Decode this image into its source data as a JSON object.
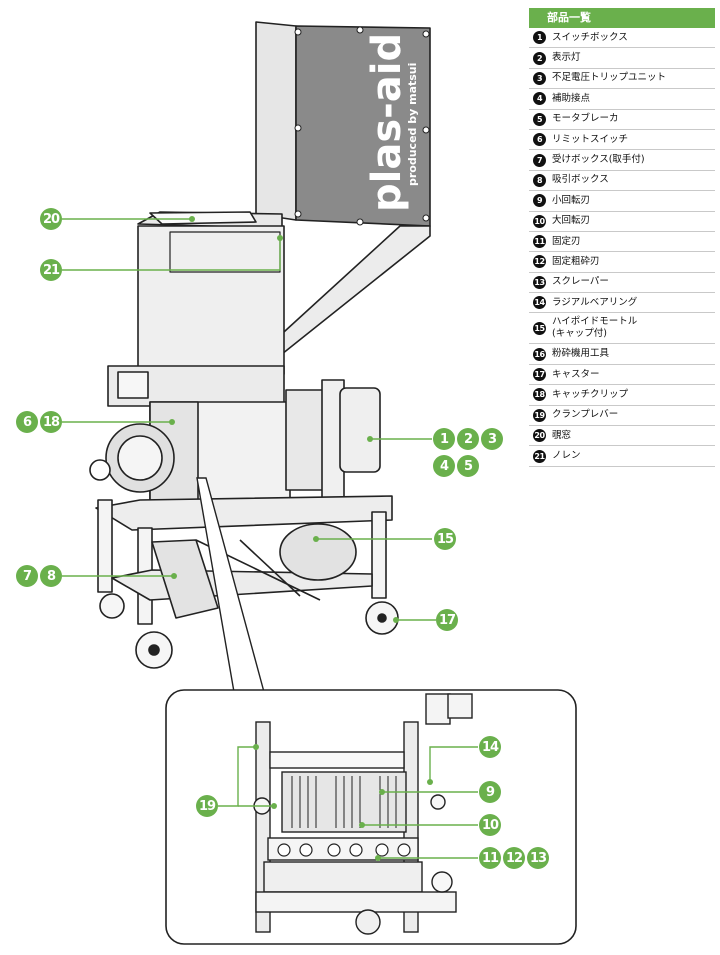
{
  "brand": {
    "logo": "plas-aid",
    "tagline": "produced by matsui"
  },
  "legend": {
    "title": "部品一覧",
    "items": [
      {
        "no": "1",
        "label": "スイッチボックス"
      },
      {
        "no": "2",
        "label": "表示灯"
      },
      {
        "no": "3",
        "label": "不足電圧トリップユニット"
      },
      {
        "no": "4",
        "label": "補助接点"
      },
      {
        "no": "5",
        "label": "モータブレーカ"
      },
      {
        "no": "6",
        "label": "リミットスイッチ"
      },
      {
        "no": "7",
        "label": "受けボックス(取手付)"
      },
      {
        "no": "8",
        "label": "吸引ボックス"
      },
      {
        "no": "9",
        "label": "小回転刃"
      },
      {
        "no": "10",
        "label": "大回転刃"
      },
      {
        "no": "11",
        "label": "固定刃"
      },
      {
        "no": "12",
        "label": "固定粗砕刃"
      },
      {
        "no": "13",
        "label": "スクレーパー"
      },
      {
        "no": "14",
        "label": "ラジアルベアリング"
      },
      {
        "no": "15",
        "label": "ハイポイドモートル\n(キャップ付)"
      },
      {
        "no": "16",
        "label": "粉砕機用工具"
      },
      {
        "no": "17",
        "label": "キャスター"
      },
      {
        "no": "18",
        "label": "キャッチクリップ"
      },
      {
        "no": "19",
        "label": "クランプレバー"
      },
      {
        "no": "20",
        "label": "覗窓"
      },
      {
        "no": "21",
        "label": "ノレン"
      }
    ]
  },
  "callouts": [
    {
      "id": "c20",
      "nums": [
        "20"
      ]
    },
    {
      "id": "c21",
      "nums": [
        "21"
      ]
    },
    {
      "id": "c6-18",
      "nums": [
        "6",
        "18"
      ]
    },
    {
      "id": "c1-2-3",
      "nums": [
        "1",
        "2",
        "3"
      ]
    },
    {
      "id": "c4-5",
      "nums": [
        "4",
        "5"
      ]
    },
    {
      "id": "c15",
      "nums": [
        "15"
      ]
    },
    {
      "id": "c7-8",
      "nums": [
        "7",
        "8"
      ]
    },
    {
      "id": "c17",
      "nums": [
        "17"
      ]
    },
    {
      "id": "c14",
      "nums": [
        "14"
      ]
    },
    {
      "id": "c19",
      "nums": [
        "19"
      ]
    },
    {
      "id": "c9",
      "nums": [
        "9"
      ]
    },
    {
      "id": "c10",
      "nums": [
        "10"
      ]
    },
    {
      "id": "c11-12-13",
      "nums": [
        "11",
        "12",
        "13"
      ]
    }
  ],
  "colors": {
    "accent": "#6ab04c",
    "panel": "#8a8a8a",
    "machine": "#f2f2f2",
    "ink": "#222222"
  }
}
